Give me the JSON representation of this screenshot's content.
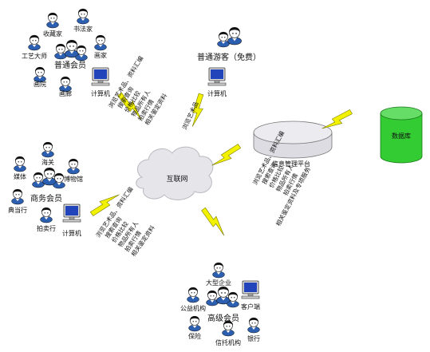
{
  "nodes": {
    "internet": "互联网",
    "info_platform": "信息管理平台",
    "database": "数据库"
  },
  "computer_label": "计算机",
  "client_label": "客户端",
  "groups": {
    "regular_member": {
      "title": "普通会员",
      "members": [
        "收藏家",
        "书法家",
        "工艺大师",
        "画家",
        "画院",
        "画廊"
      ]
    },
    "visitor": {
      "title": "普通游客（免费）"
    },
    "business_member": {
      "title": "商务会员",
      "members": [
        "海关",
        "媒体",
        "博物馆",
        "典当行",
        "拍卖行"
      ]
    },
    "senior_member": {
      "title": "高级会员",
      "members": [
        "大型企业",
        "公益机构",
        "保险",
        "信托机构",
        "银行"
      ]
    }
  },
  "services": {
    "regular": [
      "浏览艺术品、资料汇编",
      "搜索查询",
      "价格比较",
      "物品所有人",
      "拍卖行情",
      "相关鉴定资料"
    ],
    "visitor": [
      "浏览艺术品"
    ],
    "business": [
      "浏览艺术品、资料汇编",
      "搜索查询",
      "价格比较",
      "物品所有人",
      "拍卖行情",
      "相关鉴定资料"
    ],
    "senior": [
      "浏览艺术品、资料汇编",
      "搜索查询",
      "价格比较",
      "物品所有人",
      "拍卖行情",
      "相关鉴定资料及专项服务"
    ]
  },
  "colors": {
    "lightning": "#f2f200",
    "lightning_stroke": "#7a7a00",
    "database": "#33cc33",
    "cloud": "#e6e6ea",
    "platform": "#ececf0",
    "screen": "#2244bb",
    "hair": "#111111"
  },
  "icons": [
    "person-icon",
    "computer-icon",
    "cloud-icon",
    "lightning-icon",
    "database-icon",
    "server-disk-icon"
  ]
}
